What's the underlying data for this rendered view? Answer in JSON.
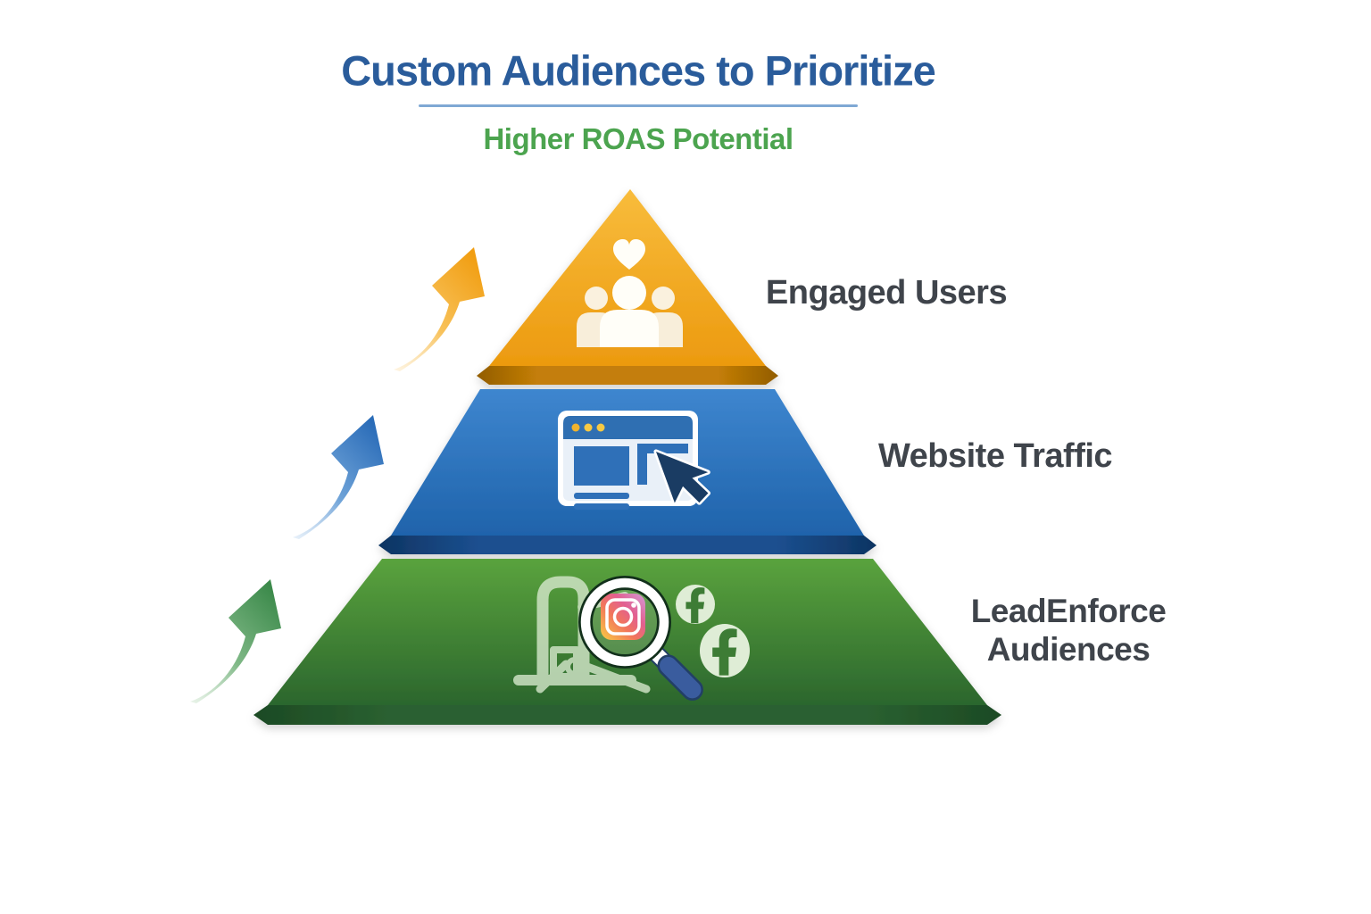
{
  "title": {
    "text": "Custom Audiences to Prioritize"
  },
  "subtitle": {
    "text": "Higher ROAS Potential"
  },
  "pyramid": {
    "tiers": [
      {
        "rank": 1,
        "label": "Engaged Users",
        "icon": "people-with-heart-icon",
        "color": "#F2A71B",
        "edge_color": "#B87406"
      },
      {
        "rank": 2,
        "label": "Website Traffic",
        "icon": "browser-click-icon",
        "color": "#2E74C0",
        "edge_color": "#15396B"
      },
      {
        "rank": 3,
        "label": "LeadEnforce Audiences",
        "icon": "social-search-icon",
        "color": "#3E8A36",
        "edge_color": "#224F28"
      }
    ]
  },
  "arrows": [
    {
      "name": "growth-arrow-top",
      "color": "#F19E12"
    },
    {
      "name": "growth-arrow-middle",
      "color": "#2A6CB8"
    },
    {
      "name": "growth-arrow-bottom",
      "color": "#3C8A4B"
    }
  ],
  "icons": {
    "magnifier": "magnifier-icon",
    "instagram": "instagram-logo-icon",
    "facebook": "facebook-logo-icon",
    "pumpjack": "pumpjack-icon",
    "cursor": "cursor-icon"
  },
  "colors": {
    "background": "#FFFFFF",
    "title": "#2A5C9B",
    "subtitle": "#4CA44F",
    "divider": "#7FA8D4",
    "label": "#3F444B",
    "instagram_pink": "#E4679E",
    "facebook_green": "#3D7C35",
    "cursor_navy": "#1A3C63",
    "handle_blue": "#3A5C9E"
  }
}
